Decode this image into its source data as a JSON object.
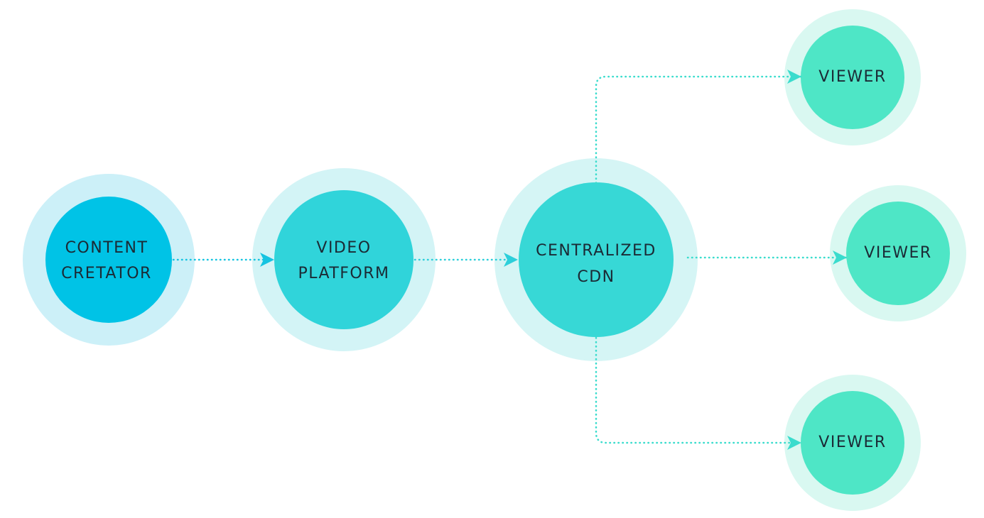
{
  "nodes": {
    "content_creator": {
      "label_lines": [
        "CONTENT",
        "CRETATOR"
      ],
      "ring_color": "#ccf0f8",
      "fill_color": "#00c3e6"
    },
    "video_platform": {
      "label_lines": [
        "VIDEO",
        "PLATFORM"
      ],
      "ring_color": "#d3f4f6",
      "fill_color": "#30d4da"
    },
    "centralized_cdn": {
      "label_lines": [
        "CENTRALIZED",
        "CDN"
      ],
      "ring_color": "#d5f5f5",
      "fill_color": "#37d8d6"
    },
    "viewer_top": {
      "label_lines": [
        "VIEWER"
      ],
      "ring_color": "#d9f8f1",
      "fill_color": "#4ee6c6"
    },
    "viewer_middle": {
      "label_lines": [
        "VIEWER"
      ],
      "ring_color": "#d9f8f1",
      "fill_color": "#4ee6c6"
    },
    "viewer_bottom": {
      "label_lines": [
        "VIEWER"
      ],
      "ring_color": "#d9f8f1",
      "fill_color": "#4ee6c6"
    }
  },
  "edges": [
    {
      "from": "content_creator",
      "to": "video_platform",
      "color": "#15c4e1"
    },
    {
      "from": "video_platform",
      "to": "centralized_cdn",
      "color": "#2ccfda"
    },
    {
      "from": "centralized_cdn",
      "to": "viewer_top",
      "color": "#3adccd"
    },
    {
      "from": "centralized_cdn",
      "to": "viewer_middle",
      "color": "#3adccd"
    },
    {
      "from": "centralized_cdn",
      "to": "viewer_bottom",
      "color": "#3adccd"
    }
  ],
  "colors": {
    "label_text": "#1b2a35",
    "background": "#ffffff"
  }
}
